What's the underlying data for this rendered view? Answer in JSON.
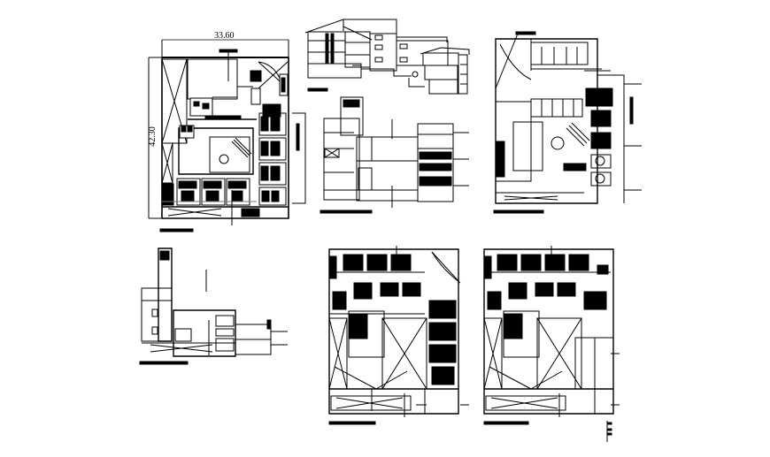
{
  "drawing": {
    "type": "architectural CAD sheet",
    "background": "#ffffff",
    "line_color": "#000000",
    "dimensions": {
      "width_label": "33.60",
      "height_label": "42.30"
    },
    "views": [
      {
        "id": "plan-ground",
        "kind": "floor plan"
      },
      {
        "id": "section",
        "kind": "building section"
      },
      {
        "id": "plan-basement",
        "kind": "floor plan"
      },
      {
        "id": "plan-first",
        "kind": "floor plan"
      },
      {
        "id": "plan-partial",
        "kind": "floor plan"
      },
      {
        "id": "plan-upper-a",
        "kind": "floor plan"
      },
      {
        "id": "plan-upper-b",
        "kind": "floor plan"
      }
    ]
  }
}
